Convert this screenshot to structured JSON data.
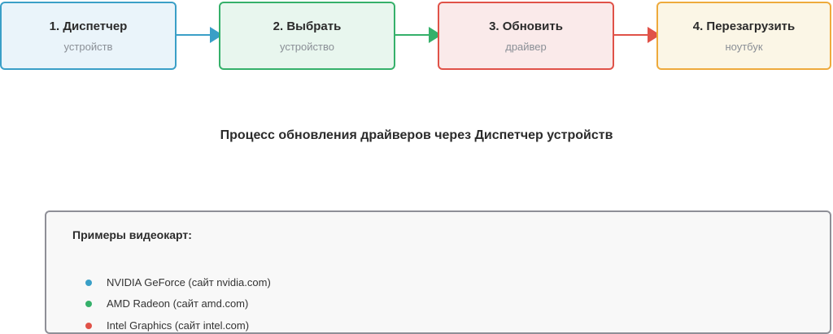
{
  "steps": [
    {
      "title": "1. Диспетчер",
      "subtitle": "устройств",
      "border": "#3a9fc7",
      "bg": "#eaf4fa"
    },
    {
      "title": "2. Выбрать",
      "subtitle": "устройство",
      "border": "#35b06a",
      "bg": "#e8f6ee"
    },
    {
      "title": "3. Обновить",
      "subtitle": "драйвер",
      "border": "#e05248",
      "bg": "#faeaea"
    },
    {
      "title": "4. Перезагрузить",
      "subtitle": "ноутбук",
      "border": "#eeaa3c",
      "bg": "#fbf6e6"
    }
  ],
  "caption": "Процесс обновления драйверов через Диспетчер устройств",
  "examples": {
    "heading": "Примеры видеокарт:",
    "items": [
      {
        "label": "NVIDIA GeForce (сайт nvidia.com)",
        "color": "#3a9fc7"
      },
      {
        "label": "AMD Radeon (сайт amd.com)",
        "color": "#35b06a"
      },
      {
        "label": "Intel Graphics (сайт intel.com)",
        "color": "#e05248"
      }
    ]
  }
}
